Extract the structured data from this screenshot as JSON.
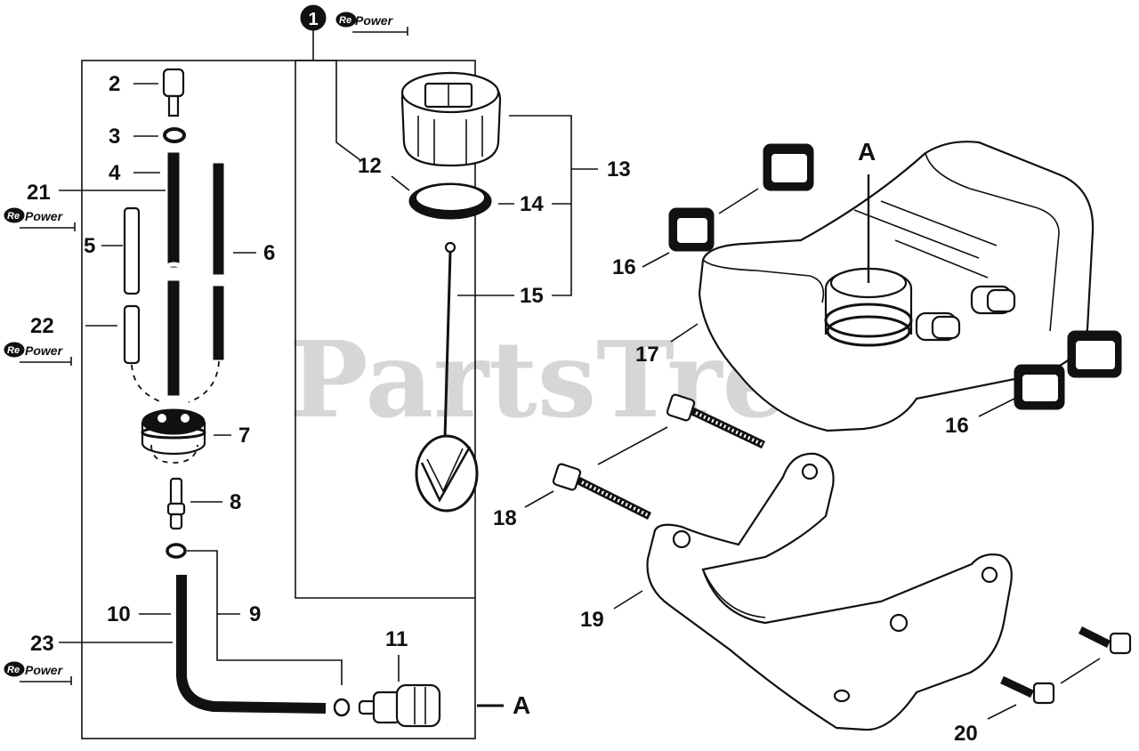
{
  "watermark": "PartsTree",
  "assembly_number": "1",
  "repower_badge": {
    "re": "Re",
    "power": "Power"
  },
  "callouts": {
    "c2": "2",
    "c3": "3",
    "c4": "4",
    "c5": "5",
    "c6": "6",
    "c7": "7",
    "c8": "8",
    "c9": "9",
    "c10": "10",
    "c11": "11",
    "c12": "12",
    "c13": "13",
    "c14": "14",
    "c15": "15",
    "c16a": "16",
    "c16b": "16",
    "c17": "17",
    "c18": "18",
    "c19": "19",
    "c20": "20",
    "c21": "21",
    "c22": "22",
    "c23": "23"
  },
  "reference_letters": {
    "tank_top": "A",
    "filter_side": "A"
  }
}
